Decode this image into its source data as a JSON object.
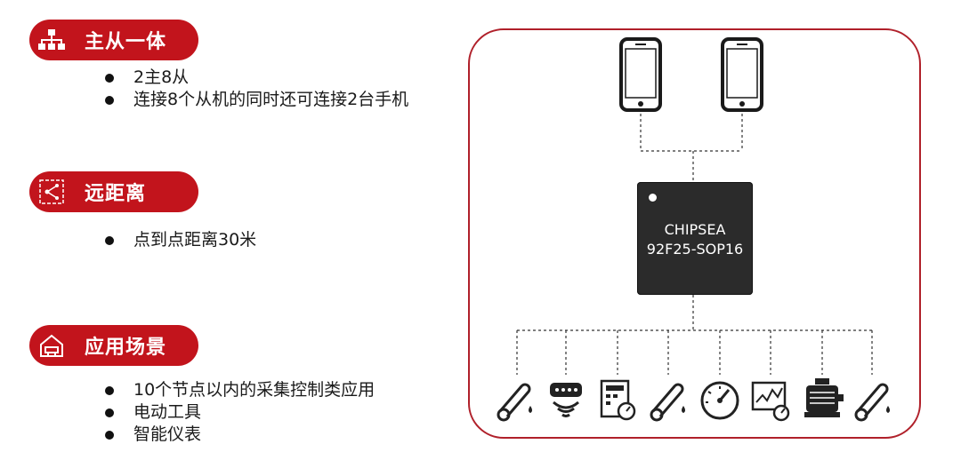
{
  "sections": [
    {
      "title": "主从一体",
      "icon": "hierarchy-icon",
      "bullets": [
        "2主8从",
        "连接8个从机的同时还可连接2台手机"
      ]
    },
    {
      "title": "远距离",
      "icon": "network-nodes-icon",
      "bullets": [
        "点到点距离30米"
      ]
    },
    {
      "title": "应用场景",
      "icon": "home-sofa-icon",
      "bullets": [
        "10个节点以内的采集控制类应用",
        "电动工具",
        "智能仪表"
      ]
    }
  ],
  "diagram": {
    "chip_line1": "CHIPSEA",
    "chip_line2": "92F25-SOP16",
    "top_devices": [
      "smartphone-icon",
      "smartphone-icon"
    ],
    "bottom_devices": [
      "thermometer-humidity-icon",
      "wireless-sensor-icon",
      "meter-gauge-icon",
      "thermometer-humidity-icon",
      "gauge-dial-icon",
      "monitor-chart-icon",
      "electric-motor-icon",
      "thermometer-humidity-icon"
    ]
  },
  "colors": {
    "accent": "#c2141c",
    "frame": "#b0202a",
    "chip": "#2b2b2b"
  }
}
